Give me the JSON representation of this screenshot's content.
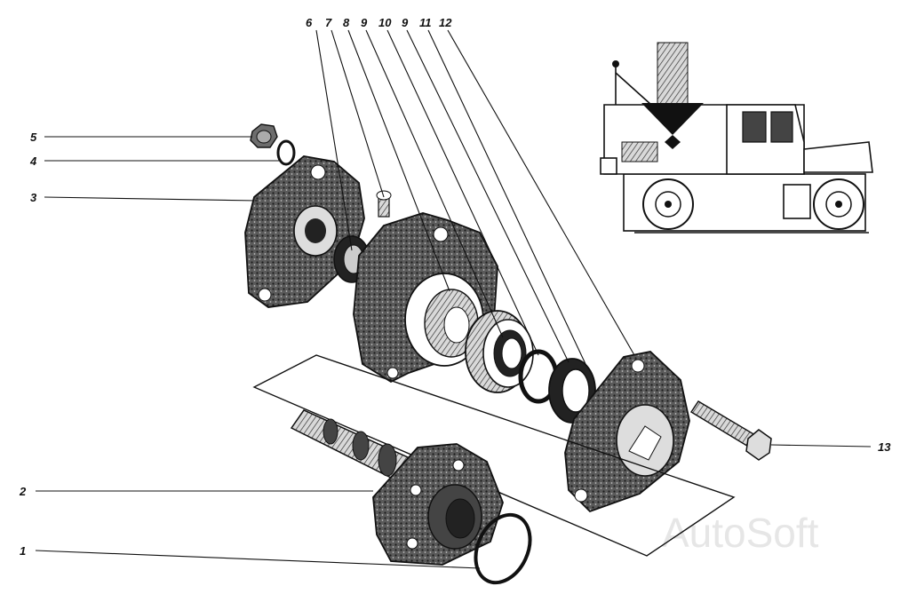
{
  "callouts": {
    "c1": "1",
    "c2": "2",
    "c3": "3",
    "c4": "4",
    "c5": "5",
    "c6": "6",
    "c7": "7",
    "c8": "8",
    "c9a": "9",
    "c10": "10",
    "c9b": "9",
    "c11": "11",
    "c12": "12",
    "c13": "13"
  },
  "watermark": "AutoSoft"
}
